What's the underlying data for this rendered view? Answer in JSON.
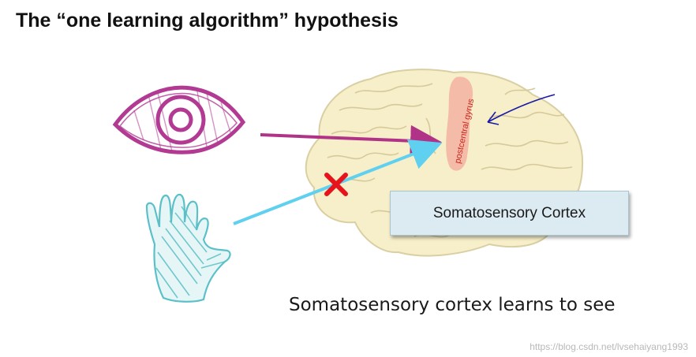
{
  "title": "The “one learning algorithm” hypothesis",
  "brain": {
    "region_label": "postcentral gyrus"
  },
  "callout": {
    "label": "Somatosensory Cortex"
  },
  "caption": "Somatosensory cortex learns to see",
  "watermark": "https://blog.csdn.net/lvsehaiyang1993",
  "colors": {
    "eye": "#b23a93",
    "eye_arrow": "#b03388",
    "hand": "#5bc0c8",
    "hand_arrow": "#5fd0ef",
    "brain_fill": "#f7efc9",
    "gyrus_highlight": "#f3a99c",
    "cross": "#e8141b",
    "pointer_arrow": "#1a1aa6"
  },
  "icons": [
    "eye-icon",
    "hand-icon",
    "brain-illustration",
    "cross-icon",
    "pointer-arrow-icon"
  ]
}
